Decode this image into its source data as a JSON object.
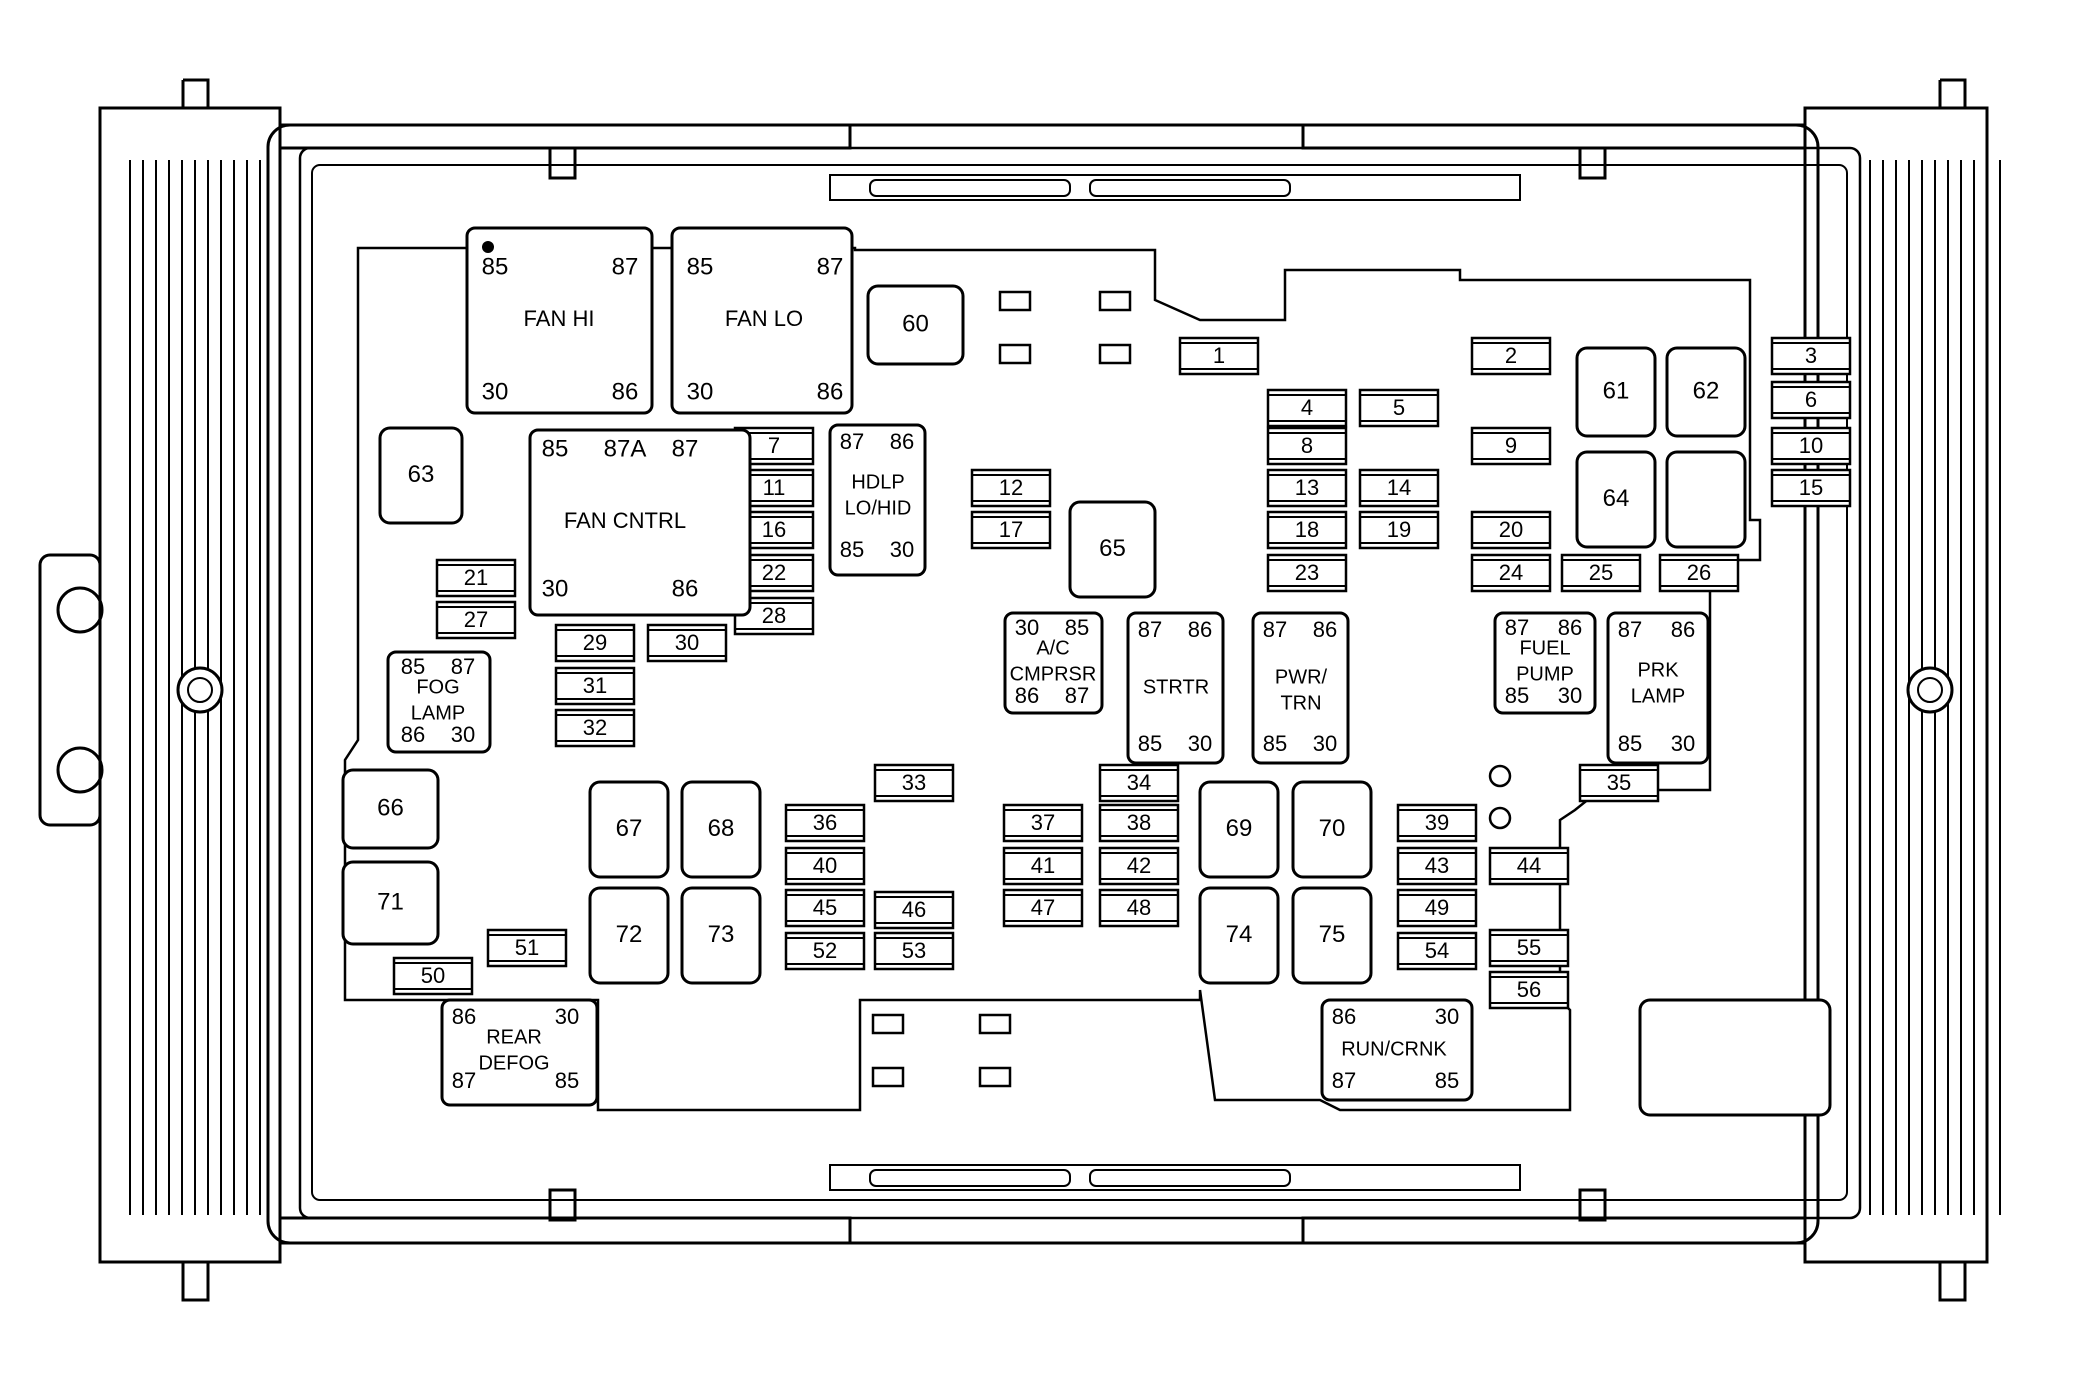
{
  "fuses": [
    "1",
    "2",
    "3",
    "4",
    "5",
    "6",
    "7",
    "8",
    "9",
    "10",
    "11",
    "12",
    "13",
    "14",
    "15",
    "16",
    "17",
    "18",
    "19",
    "20",
    "21",
    "22",
    "23",
    "24",
    "25",
    "26",
    "27",
    "28",
    "29",
    "30",
    "31",
    "32",
    "33",
    "34",
    "35",
    "36",
    "37",
    "38",
    "39",
    "40",
    "41",
    "42",
    "43",
    "44",
    "45",
    "46",
    "47",
    "48",
    "49",
    "50",
    "51",
    "52",
    "53",
    "54",
    "55",
    "56"
  ],
  "relays": {
    "fan_hi": {
      "name": "FAN HI",
      "pins": [
        "85",
        "87",
        "30",
        "86"
      ]
    },
    "fan_lo": {
      "name": "FAN LO",
      "pins": [
        "85",
        "87",
        "30",
        "86"
      ]
    },
    "fan_cntrl": {
      "name": "FAN CNTRL",
      "pins": [
        "85",
        "87A",
        "87",
        "30",
        "86"
      ]
    },
    "hdlp": {
      "name": [
        "HDLP",
        "LO/HID"
      ],
      "pins": [
        "87",
        "86",
        "85",
        "30"
      ]
    },
    "fog": {
      "name": [
        "FOG",
        "LAMP"
      ],
      "pins": [
        "85",
        "87",
        "86",
        "30"
      ]
    },
    "ac": {
      "name": [
        "A/C",
        "CMPRSR"
      ],
      "pins": [
        "30",
        "85",
        "86",
        "87"
      ]
    },
    "strtr": {
      "name": "STRTR",
      "pins": [
        "87",
        "86",
        "85",
        "30"
      ]
    },
    "pwr": {
      "name": [
        "PWR/",
        "TRN"
      ],
      "pins": [
        "87",
        "86",
        "85",
        "30"
      ]
    },
    "fuel": {
      "name": [
        "FUEL",
        "PUMP"
      ],
      "pins": [
        "87",
        "86",
        "85",
        "30"
      ]
    },
    "prk": {
      "name": [
        "PRK",
        "LAMP"
      ],
      "pins": [
        "87",
        "86",
        "85",
        "30"
      ]
    },
    "rear": {
      "name": [
        "REAR",
        "DEFOG"
      ],
      "pins": [
        "86",
        "30",
        "87",
        "85"
      ]
    },
    "run": {
      "name": "RUN/CRNK",
      "pins": [
        "86",
        "30",
        "87",
        "85"
      ]
    }
  },
  "blocks": [
    "60",
    "61",
    "62",
    "63",
    "64",
    "65",
    "66",
    "67",
    "68",
    "69",
    "70",
    "71",
    "72",
    "73",
    "74",
    "75"
  ]
}
